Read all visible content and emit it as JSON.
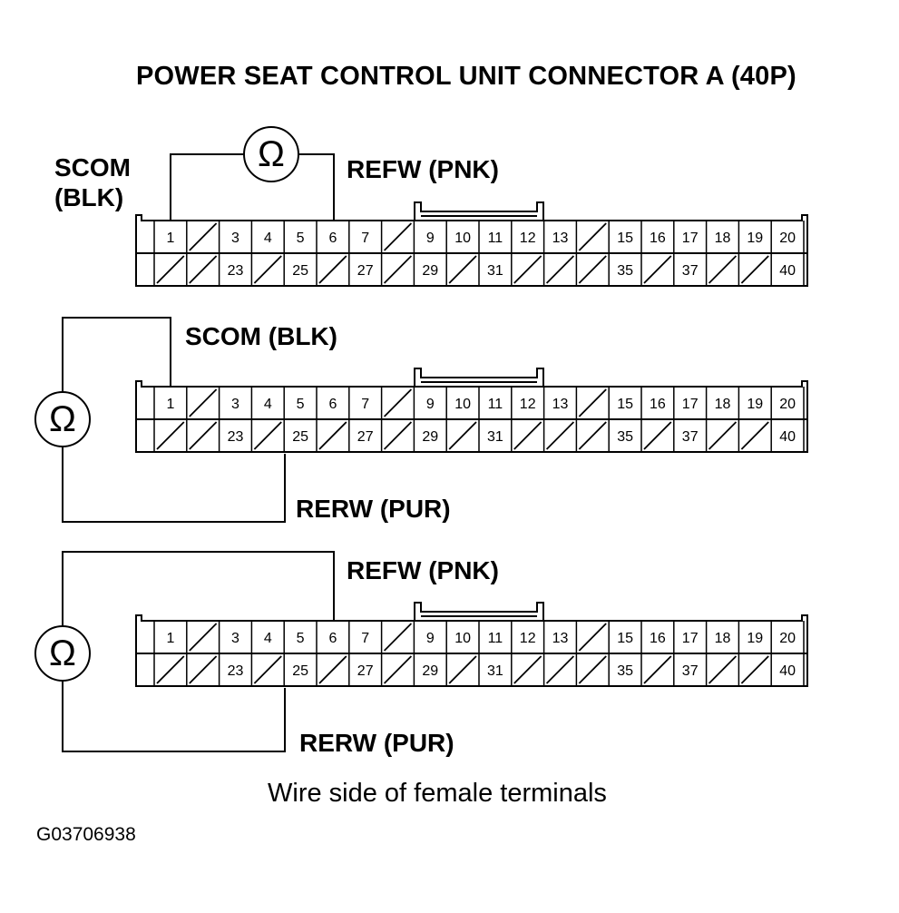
{
  "title": "POWER SEAT CONTROL UNIT CONNECTOR A (40P)",
  "ohm_symbol": "Ω",
  "connector": {
    "top_row": [
      "1",
      "",
      "3",
      "4",
      "5",
      "6",
      "7",
      "",
      "9",
      "10",
      "11",
      "12",
      "13",
      "",
      "15",
      "16",
      "17",
      "18",
      "19",
      "20"
    ],
    "bottom_row": [
      "",
      "",
      "23",
      "",
      "25",
      "",
      "27",
      "",
      "29",
      "",
      "31",
      "",
      "",
      "",
      "35",
      "",
      "37",
      "",
      "",
      "40"
    ]
  },
  "diagrams": [
    {
      "labels": {
        "scom_line1": "SCOM",
        "scom_line2": "(BLK)",
        "refw": "REFW (PNK)"
      }
    },
    {
      "labels": {
        "scom": "SCOM (BLK)",
        "rerw": "RERW (PUR)"
      }
    },
    {
      "labels": {
        "refw": "REFW (PNK)",
        "rerw": "RERW (PUR)"
      }
    }
  ],
  "caption": "Wire side of female terminals",
  "figure_code": "G03706938"
}
